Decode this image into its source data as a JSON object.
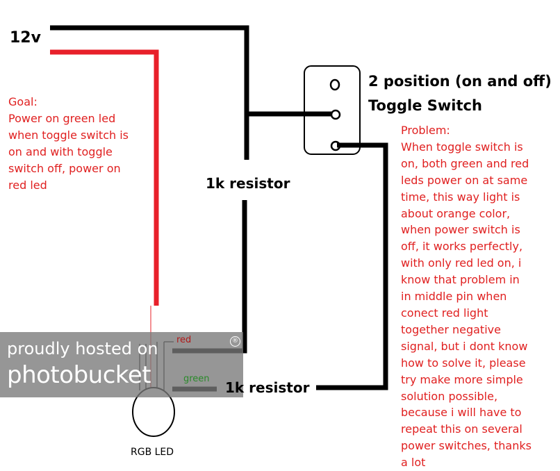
{
  "supply": {
    "voltage_label": "12v"
  },
  "goal": {
    "heading": "Goal:",
    "lines": [
      "Power on green led",
      "when toggle switch is",
      "on and with toggle",
      "switch off, power on",
      "red led"
    ]
  },
  "switch": {
    "title_line1": "2 position (on and off)",
    "title_line2": "Toggle Switch"
  },
  "resistors": {
    "upper_label": "1k resistor",
    "lower_label": "1k resistor"
  },
  "led": {
    "label": "RGB LED",
    "red_pin_label": "red",
    "green_pin_label": "green"
  },
  "problem": {
    "heading": "Problem:",
    "lines": [
      "When toggle switch is",
      "on, both green and red",
      "leds power on at same",
      "time, this way light is",
      "about orange color,",
      "when power switch is",
      "off, it works perfectly,",
      "with only red led on, i",
      "know that problem in",
      "in middle pin when",
      "conect red light",
      "together negative",
      "signal, but i dont know",
      "how to solve it, please",
      "try make more simple",
      "solution possible,",
      "because i will have to",
      "repeat this on several",
      "power switches, thanks",
      "a lot"
    ]
  },
  "watermark": {
    "line1": "proudly hosted on",
    "line2": "photobucket",
    "mark": "®"
  },
  "colors": {
    "wire": "#000000",
    "positive_wire": "#e8202a",
    "annotation_text": "#e02020"
  }
}
